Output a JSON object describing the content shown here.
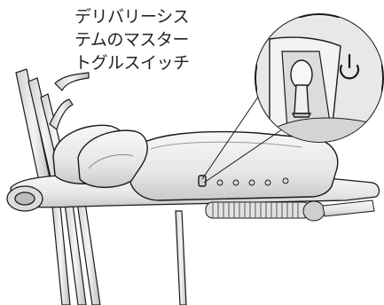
{
  "callout": {
    "lines": [
      "デリバリーシス",
      "テムのマスター",
      "トグルスイッチ"
    ]
  },
  "icons": {
    "zoom_symbol": "power-symbol-icon",
    "switch": "toggle-switch-icon"
  },
  "colors": {
    "line": "#1a1a1a",
    "body_fill": "#e9e9e9",
    "shadow": "#bdbdbd",
    "text": "#222222"
  }
}
